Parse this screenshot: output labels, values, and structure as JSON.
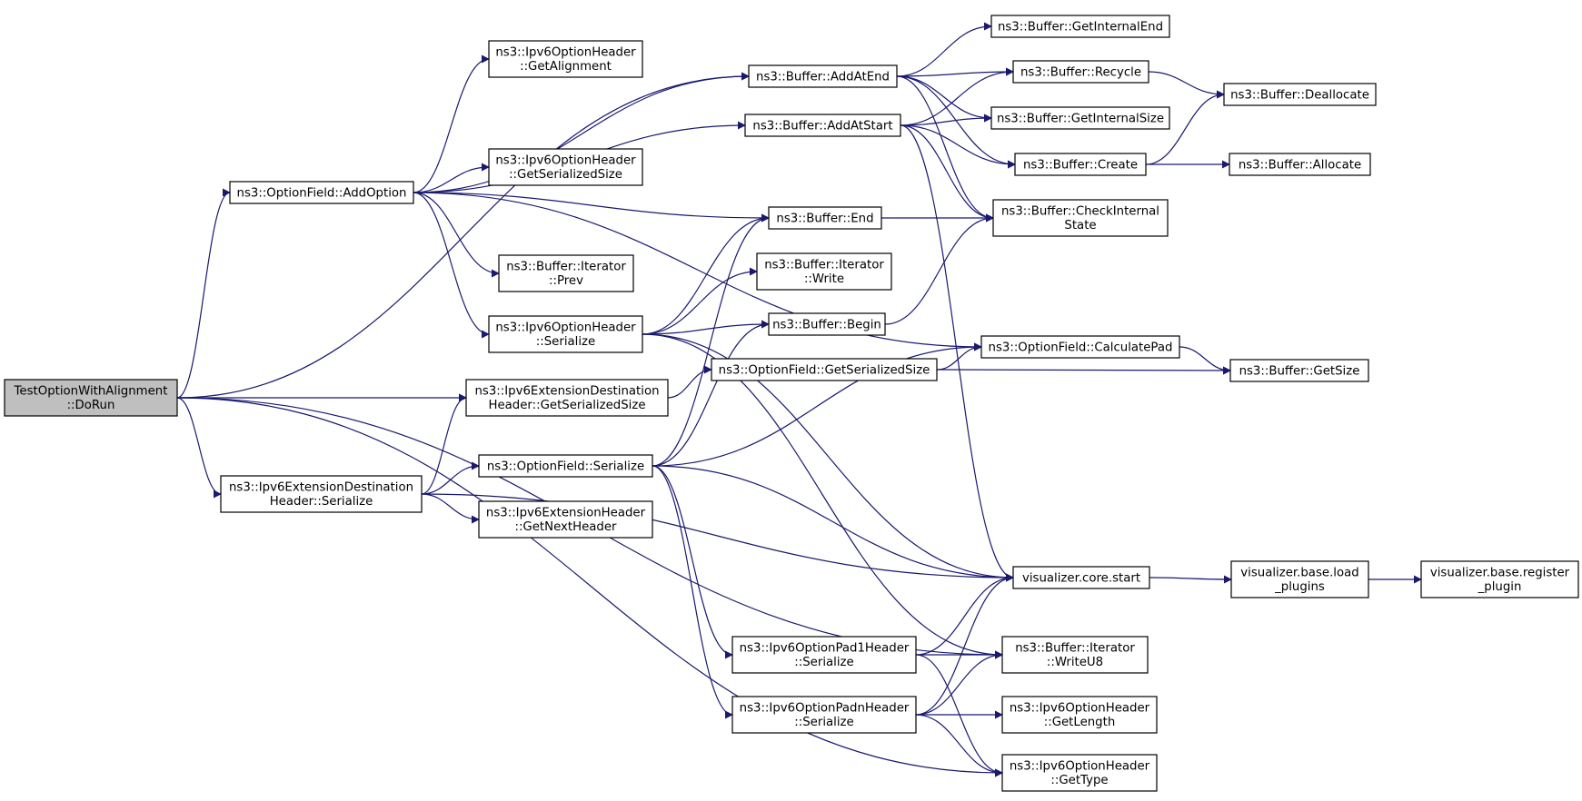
{
  "diagram": {
    "type": "call-graph",
    "edge_color": "#191970",
    "root_fill": "#bfbfbf",
    "nodes": [
      {
        "id": "root",
        "lines": [
          "TestOptionWithAlignment",
          "::DoRun"
        ],
        "root": true
      },
      {
        "id": "addoption",
        "lines": [
          "ns3::OptionField::AddOption"
        ]
      },
      {
        "id": "extdestser",
        "lines": [
          "ns3::Ipv6ExtensionDestination",
          "Header::Serialize"
        ]
      },
      {
        "id": "extdestsize",
        "lines": [
          "ns3::Ipv6ExtensionDestination",
          "Header::GetSerializedSize"
        ]
      },
      {
        "id": "getalign",
        "lines": [
          "ns3::Ipv6OptionHeader",
          "::GetAlignment"
        ]
      },
      {
        "id": "ohsize",
        "lines": [
          "ns3::Ipv6OptionHeader",
          "::GetSerializedSize"
        ]
      },
      {
        "id": "iterprev",
        "lines": [
          "ns3::Buffer::Iterator",
          "::Prev"
        ]
      },
      {
        "id": "ohser",
        "lines": [
          "ns3::Ipv6OptionHeader",
          "::Serialize"
        ]
      },
      {
        "id": "ofser",
        "lines": [
          "ns3::OptionField::Serialize"
        ]
      },
      {
        "id": "nexthdr",
        "lines": [
          "ns3::Ipv6ExtensionHeader",
          "::GetNextHeader"
        ]
      },
      {
        "id": "addatend",
        "lines": [
          "ns3::Buffer::AddAtEnd"
        ]
      },
      {
        "id": "addatstart",
        "lines": [
          "ns3::Buffer::AddAtStart"
        ]
      },
      {
        "id": "bend",
        "lines": [
          "ns3::Buffer::End"
        ]
      },
      {
        "id": "iterwrite",
        "lines": [
          "ns3::Buffer::Iterator",
          "::Write"
        ]
      },
      {
        "id": "bbegin",
        "lines": [
          "ns3::Buffer::Begin"
        ]
      },
      {
        "id": "ofsize",
        "lines": [
          "ns3::OptionField::GetSerializedSize"
        ]
      },
      {
        "id": "pad1",
        "lines": [
          "ns3::Ipv6OptionPad1Header",
          "::Serialize"
        ]
      },
      {
        "id": "padn",
        "lines": [
          "ns3::Ipv6OptionPadnHeader",
          "::Serialize"
        ]
      },
      {
        "id": "intend",
        "lines": [
          "ns3::Buffer::GetInternalEnd"
        ]
      },
      {
        "id": "recycle",
        "lines": [
          "ns3::Buffer::Recycle"
        ]
      },
      {
        "id": "intsize",
        "lines": [
          "ns3::Buffer::GetInternalSize"
        ]
      },
      {
        "id": "create",
        "lines": [
          "ns3::Buffer::Create"
        ]
      },
      {
        "id": "checkint",
        "lines": [
          "ns3::Buffer::CheckInternal",
          "State"
        ]
      },
      {
        "id": "calcpad",
        "lines": [
          "ns3::OptionField::CalculatePad"
        ]
      },
      {
        "id": "vstart",
        "lines": [
          "visualizer.core.start"
        ]
      },
      {
        "id": "writeu8",
        "lines": [
          "ns3::Buffer::Iterator",
          "::WriteU8"
        ]
      },
      {
        "id": "getlen",
        "lines": [
          "ns3::Ipv6OptionHeader",
          "::GetLength"
        ]
      },
      {
        "id": "gettype",
        "lines": [
          "ns3::Ipv6OptionHeader",
          "::GetType"
        ]
      },
      {
        "id": "dealloc",
        "lines": [
          "ns3::Buffer::Deallocate"
        ]
      },
      {
        "id": "alloc",
        "lines": [
          "ns3::Buffer::Allocate"
        ]
      },
      {
        "id": "bsize",
        "lines": [
          "ns3::Buffer::GetSize"
        ]
      },
      {
        "id": "loadplug",
        "lines": [
          "visualizer.base.load",
          "_plugins"
        ]
      },
      {
        "id": "regplug",
        "lines": [
          "visualizer.base.register",
          "_plugin"
        ]
      }
    ],
    "edges": [
      [
        "root",
        "addoption"
      ],
      [
        "root",
        "extdestsize"
      ],
      [
        "root",
        "extdestser"
      ],
      [
        "root",
        "addatend"
      ],
      [
        "root",
        "writeu8"
      ],
      [
        "root",
        "gettype"
      ],
      [
        "addoption",
        "getalign"
      ],
      [
        "addoption",
        "ohsize"
      ],
      [
        "addoption",
        "iterprev"
      ],
      [
        "addoption",
        "ohser"
      ],
      [
        "addoption",
        "addatend"
      ],
      [
        "addoption",
        "addatstart"
      ],
      [
        "addoption",
        "bend"
      ],
      [
        "addoption",
        "calcpad"
      ],
      [
        "extdestser",
        "extdestsize"
      ],
      [
        "extdestser",
        "ofser"
      ],
      [
        "extdestser",
        "nexthdr"
      ],
      [
        "extdestser",
        "vstart"
      ],
      [
        "extdestsize",
        "ofsize"
      ],
      [
        "ohser",
        "bend"
      ],
      [
        "ohser",
        "iterwrite"
      ],
      [
        "ohser",
        "bbegin"
      ],
      [
        "ohser",
        "vstart"
      ],
      [
        "ohser",
        "writeu8"
      ],
      [
        "ofser",
        "bend"
      ],
      [
        "ofser",
        "bbegin"
      ],
      [
        "ofser",
        "calcpad"
      ],
      [
        "ofser",
        "vstart"
      ],
      [
        "ofser",
        "pad1"
      ],
      [
        "ofser",
        "padn"
      ],
      [
        "addatend",
        "intend"
      ],
      [
        "addatend",
        "recycle"
      ],
      [
        "addatend",
        "intsize"
      ],
      [
        "addatend",
        "create"
      ],
      [
        "addatend",
        "checkint"
      ],
      [
        "addatstart",
        "recycle"
      ],
      [
        "addatstart",
        "intsize"
      ],
      [
        "addatstart",
        "create"
      ],
      [
        "addatstart",
        "checkint"
      ],
      [
        "addatstart",
        "vstart"
      ],
      [
        "bend",
        "checkint"
      ],
      [
        "bbegin",
        "checkint"
      ],
      [
        "ofsize",
        "calcpad"
      ],
      [
        "ofsize",
        "bsize"
      ],
      [
        "pad1",
        "vstart"
      ],
      [
        "pad1",
        "writeu8"
      ],
      [
        "pad1",
        "gettype"
      ],
      [
        "padn",
        "vstart"
      ],
      [
        "padn",
        "writeu8"
      ],
      [
        "padn",
        "getlen"
      ],
      [
        "padn",
        "gettype"
      ],
      [
        "recycle",
        "dealloc"
      ],
      [
        "create",
        "dealloc"
      ],
      [
        "create",
        "alloc"
      ],
      [
        "calcpad",
        "bsize"
      ],
      [
        "vstart",
        "loadplug"
      ],
      [
        "loadplug",
        "regplug"
      ]
    ]
  }
}
